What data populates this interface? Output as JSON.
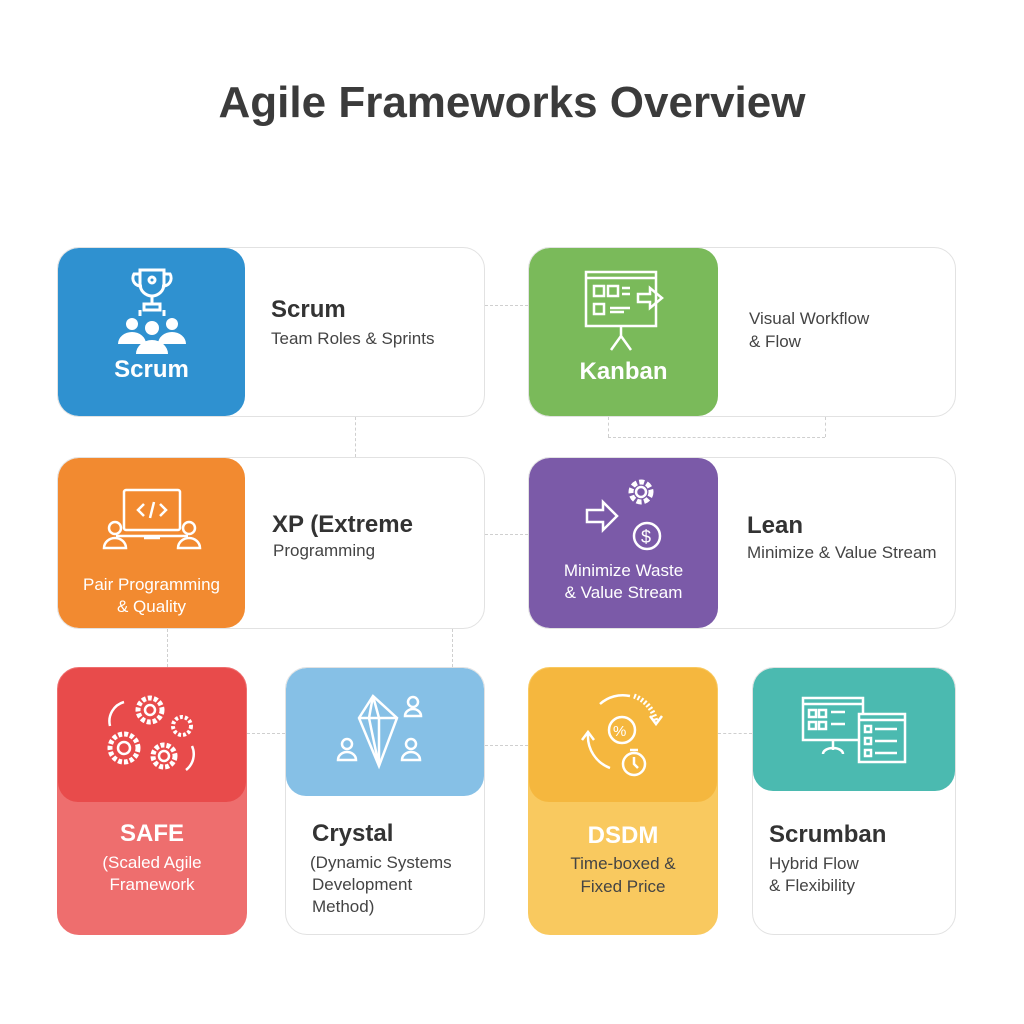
{
  "title": "Agile Frameworks Overview",
  "cards": {
    "scrum": {
      "panel_label": "Scrum",
      "title": "Scrum",
      "subtitle": "Team Roles & Sprints",
      "color": "#2f91d0",
      "icon": "trophy-team-icon"
    },
    "kanban": {
      "panel_label": "Kanban",
      "subtitle_1": "Visual Workflow",
      "subtitle_2": "& Flow",
      "color": "#7aba5a",
      "icon": "kanban-board-icon"
    },
    "xp": {
      "panel_sub_1": "Pair Programming",
      "panel_sub_2": "& Quality",
      "title": "XP (Extreme",
      "subtitle": "Programming",
      "color": "#f28a30",
      "icon": "pair-programming-icon"
    },
    "lean": {
      "panel_sub_1": "Minimize Waste",
      "panel_sub_2": "& Value Stream",
      "title": "Lean",
      "subtitle": "Minimize & Value Stream",
      "color": "#7b5aa8",
      "icon": "gear-arrow-dollar-icon"
    },
    "safe": {
      "title": "SAFE",
      "sub_1": "(Scaled Agile",
      "sub_2": "Framework",
      "color_top": "#e84b4b",
      "color_bottom": "#ee6e6e",
      "icon": "gears-icon"
    },
    "crystal": {
      "title": "Crystal",
      "sub_1": "(Dynamic Systems",
      "sub_2": "Development",
      "sub_3": "Method)",
      "color": "#86c0e6",
      "icon": "crystal-people-icon"
    },
    "dsdm": {
      "title": "DSDM",
      "sub_1": "Time-boxed &",
      "sub_2": "Fixed Price",
      "color_top": "#f5b73e",
      "color_bottom": "#f9c95f",
      "icon": "timebox-icon"
    },
    "scrumban": {
      "title": "Scrumban",
      "sub_1": "Hybrid Flow",
      "sub_2": "& Flexibility",
      "color": "#4bbab0",
      "icon": "dual-board-icon"
    }
  }
}
